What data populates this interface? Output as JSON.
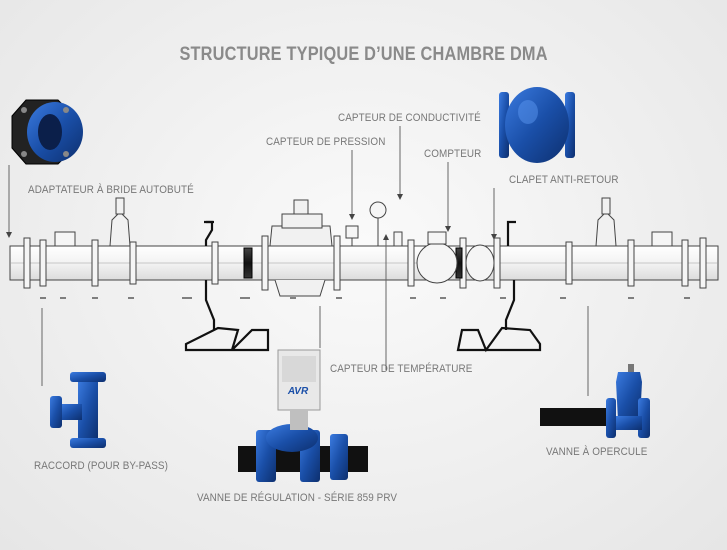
{
  "title": "STRUCTURE TYPIQUE D’UNE CHAMBRE DMA",
  "labels": {
    "adaptateur": "ADAPTATEUR À BRIDE AUTOBUTÉ",
    "capteur_pression": "CAPTEUR DE PRESSION",
    "capteur_conductivite": "CAPTEUR DE CONDUCTIVITÉ",
    "compteur": "COMPTEUR",
    "clapet": "CLAPET ANTI-RETOUR",
    "capteur_temperature": "CAPTEUR DE TEMPÉRATURE",
    "raccord": "RACCORD (POUR BY-PASS)",
    "vanne_regulation": "VANNE DE RÉGULATION - SÉRIE 859 PRV",
    "vanne_opercule": "VANNE À OPERCULE"
  },
  "logo_text": "AVR",
  "colors": {
    "title": "#8a8a8a",
    "label": "#777777",
    "line": "#555555",
    "product_blue": "#1a4fa8",
    "background": "#eeeeee"
  }
}
